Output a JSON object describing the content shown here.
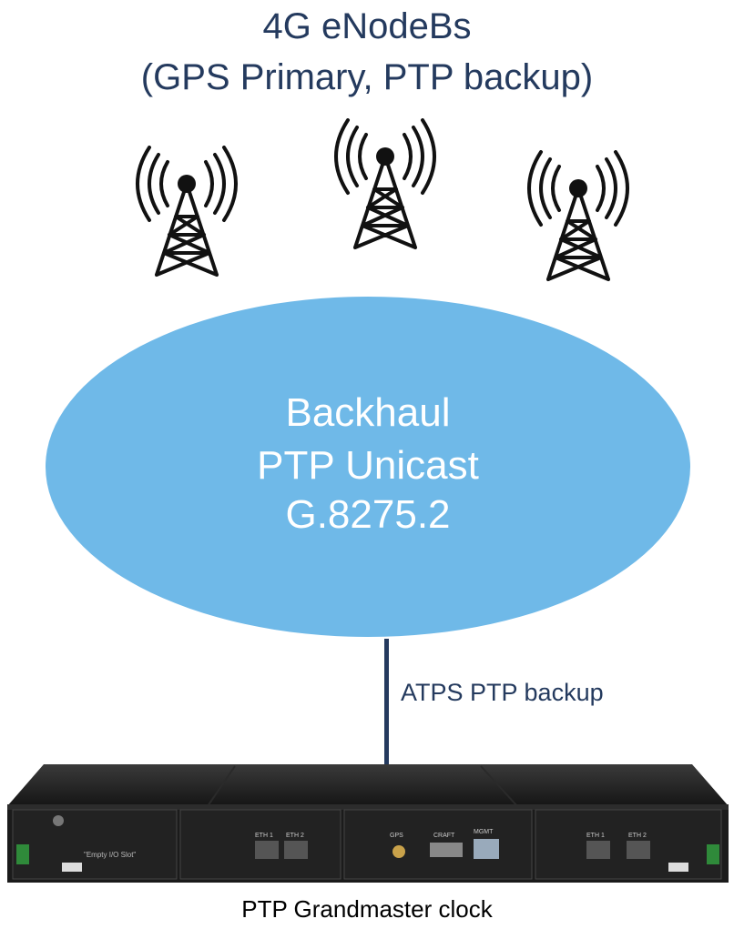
{
  "title": {
    "line1": "4G eNodeBs",
    "line2": "(GPS Primary, PTP backup)"
  },
  "network": {
    "line1": "Backhaul",
    "line2": "PTP Unicast",
    "line3": "G.8275.2"
  },
  "link": {
    "label": "ATPS PTP backup"
  },
  "device": {
    "caption": "PTP Grandmaster clock",
    "left_module": "\"Empty I/O Slot\"",
    "eth1": "ETH 1",
    "eth2": "ETH 2",
    "gps": "GPS",
    "craft": "CRAFT",
    "mgmt": "MGMT"
  },
  "colors": {
    "title": "#243a5e",
    "cloud": "#6fb9e8",
    "device": "#1b1b1b"
  }
}
